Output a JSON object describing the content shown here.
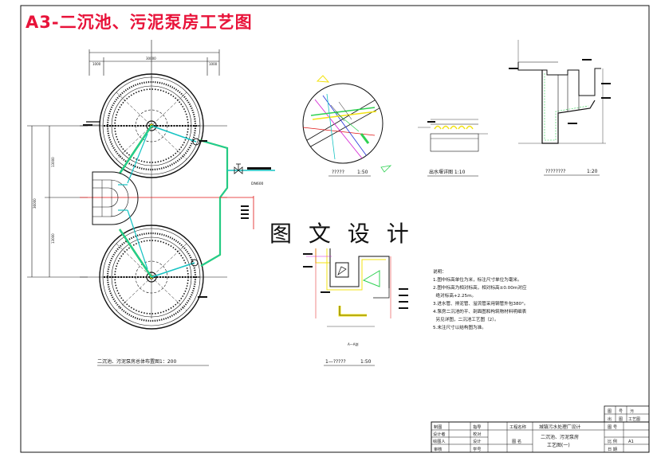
{
  "title": "A3-二沉池、污泥泵房工艺图",
  "watermark": "图 文 设 计",
  "colors": {
    "title": "#e8133a",
    "pipe_cyan": "#16c3c3",
    "pipe_green": "#2fd152",
    "pipe_yellow": "#f3e313",
    "line_red": "#e01515",
    "line_magenta": "#d21ad2",
    "line_blue": "#1f2fd9",
    "ink": "#111111"
  },
  "drawings": {
    "plan": {
      "caption": "二沉池、污泥泵房总体布置图1：200",
      "dim_top": [
        "1000",
        "30000",
        "1000"
      ],
      "dim_left_total": "36000",
      "dim_left_upper": "13000",
      "dim_left_lower": "13000",
      "pipe_label": "DN600"
    },
    "detail_circle": {
      "caption": "?????",
      "scale": "1:50"
    },
    "outlet_weir": {
      "caption": "出水堰详图 1:10"
    },
    "wall_section": {
      "caption": "????????",
      "scale": "1:20"
    },
    "pump_section": {
      "caption": "1—?????",
      "scale": "1:50",
      "cut_label": "A—A剖"
    }
  },
  "notes": {
    "heading": "说明：",
    "items": [
      "1.图中标高单位为米，标注尺寸单位为毫米。",
      "2.图中标高为相对标高，相对标高±0.00m对应",
      "  绝对标高+2.25m。",
      "3.进水管、排泥管、溢流管采用钢管外包380°。",
      "4.泵房二沉池的平、剖面图和构筑物材料明细表",
      "  另见详图，二沉池工艺图（2）。",
      "5.未注尺寸以结构图为准。"
    ]
  },
  "title_block": {
    "right_top": [
      [
        "图",
        "号",
        "污"
      ],
      [
        "出",
        "图",
        "工艺图"
      ]
    ],
    "row1": {
      "c1": "制图",
      "c2": "指导",
      "c3": "工程名称",
      "c4": "城镇污水处理厂设计",
      "c5": "图 号"
    },
    "row2": {
      "c1": "设计者",
      "c2": "校对"
    },
    "row3": {
      "c1": "绘图人",
      "c2": "设计",
      "c3": "图 名",
      "c4a": "二沉池、污泥泵房",
      "c4b": "工艺图(一)",
      "c5": "比 例",
      "c6": "A1"
    },
    "row4": {
      "c1": "审核",
      "c2": "学号",
      "c5": "日 期"
    }
  }
}
